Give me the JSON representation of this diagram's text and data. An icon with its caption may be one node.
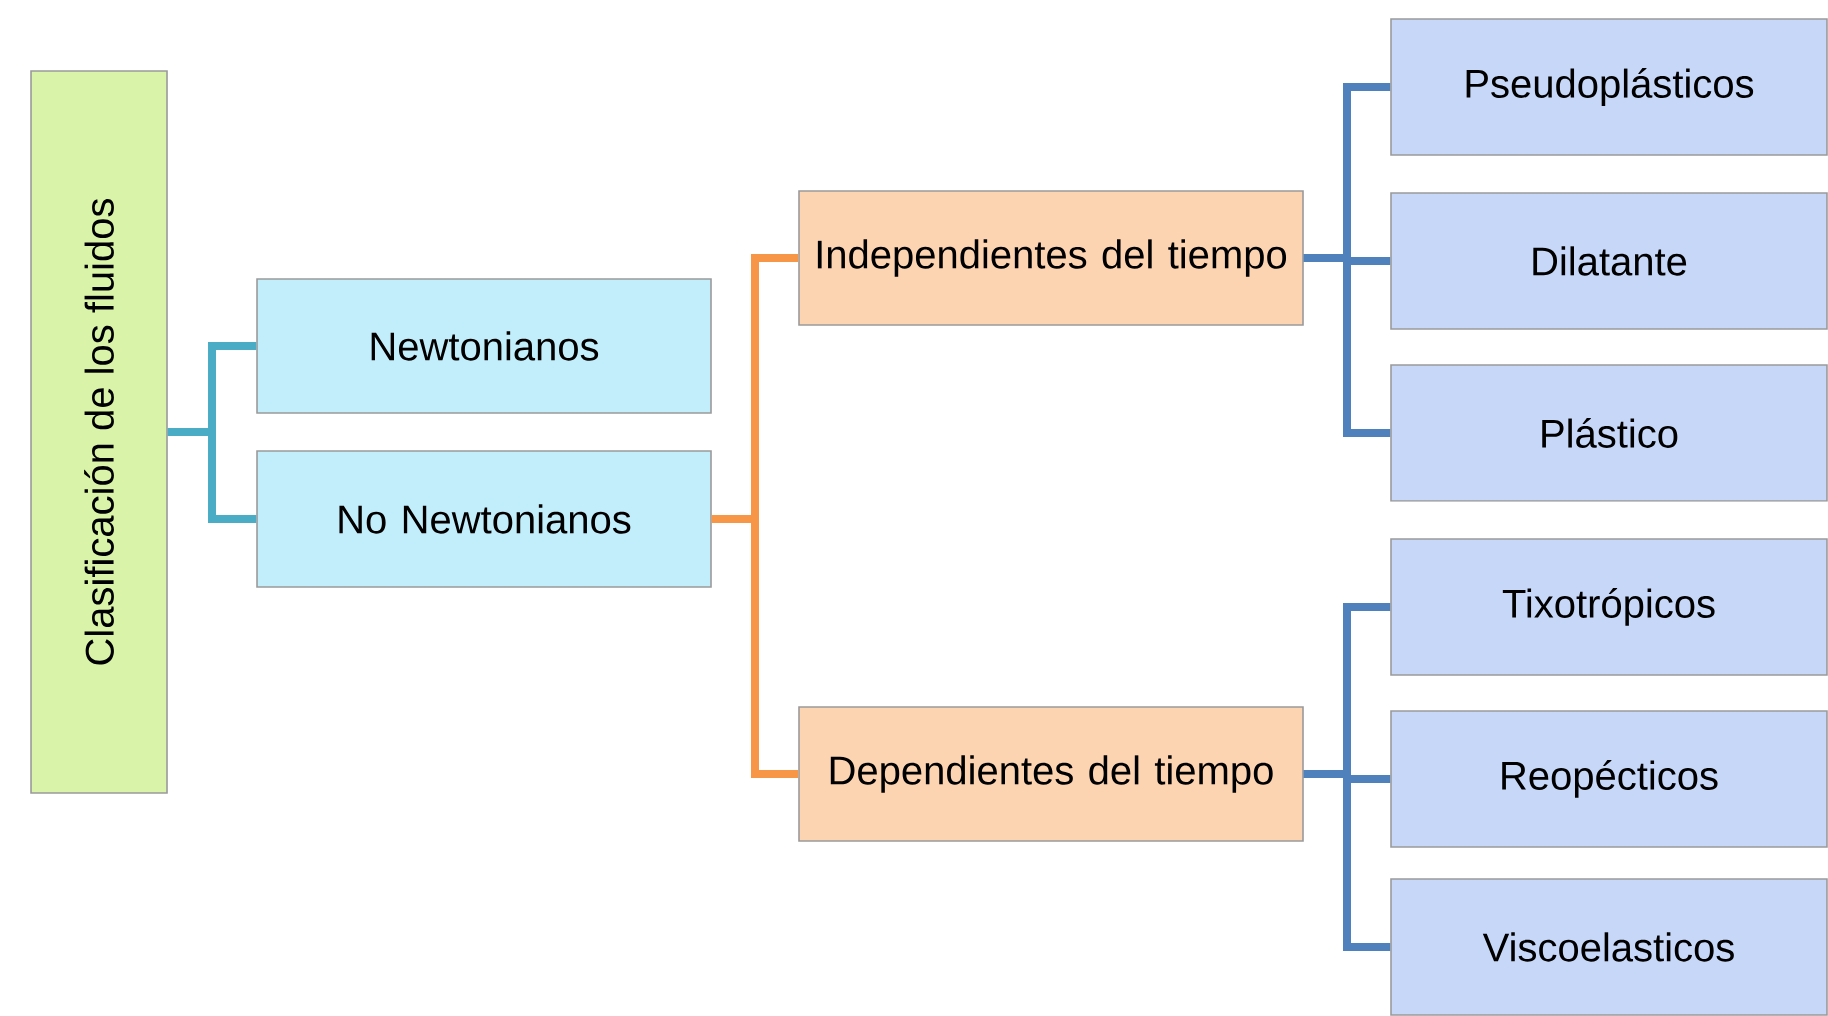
{
  "diagram": {
    "nodes": [
      {
        "text": [
          "Clasificación de los fluidos"
        ]
      },
      {
        "text": [
          "Newtonianos"
        ]
      },
      {
        "text": [
          "No Newtonianos"
        ]
      },
      {
        "text": [
          "Independientes del tiempo"
        ]
      },
      {
        "text": [
          "Dependientes del tiempo"
        ]
      },
      {
        "text": [
          "Pseudoplásticos"
        ]
      },
      {
        "text": [
          "Dilatante"
        ]
      },
      {
        "text": [
          "Plástico"
        ]
      },
      {
        "text": [
          "Tixotrópicos"
        ]
      },
      {
        "text": [
          "Reopécticos"
        ]
      },
      {
        "text": [
          "Viscoelasticos"
        ]
      }
    ],
    "edges": [
      {
        "from": 0,
        "to": 1,
        "arrow": "none",
        "color": "#4bacc6"
      },
      {
        "from": 0,
        "to": 2,
        "arrow": "none",
        "color": "#4bacc6"
      },
      {
        "from": 2,
        "to": 3,
        "arrow": "none",
        "color": "#f79646"
      },
      {
        "from": 2,
        "to": 4,
        "arrow": "none",
        "color": "#f79646"
      },
      {
        "from": 3,
        "to": 5,
        "arrow": "none"
      },
      {
        "from": 3,
        "to": 6,
        "arrow": "none"
      },
      {
        "from": 3,
        "to": 7,
        "arrow": "none"
      },
      {
        "from": 4,
        "to": 8,
        "arrow": "none"
      },
      {
        "from": 4,
        "to": 9,
        "arrow": "none"
      },
      {
        "from": 4,
        "to": 10,
        "arrow": "none"
      }
    ]
  }
}
